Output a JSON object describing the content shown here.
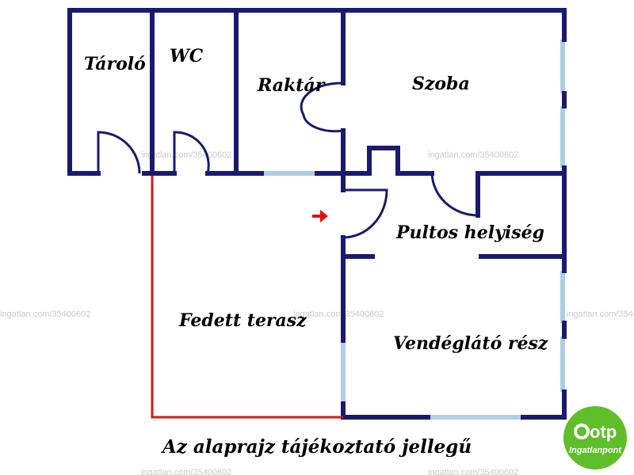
{
  "plan": {
    "rooms": {
      "tarolo": "Tároló",
      "wc": "WC",
      "raktar": "Raktár",
      "szoba": "Szoba",
      "pultos": "Pultos helyiség",
      "terasz": "Fedett terasz",
      "vendeglato": "Vendéglátó rész"
    },
    "watermark": "ingatlan.com/35400602",
    "disclaimer": "Az alaprajz tájékoztató jellegű",
    "colors": {
      "wall": "#1a1a6e",
      "window": "#b0cde8",
      "terrace": "#d11a1a",
      "entrance_arrow": "#e01010"
    }
  },
  "logo": {
    "brand": "otp",
    "subtitle": "Ingatlanpont",
    "color": "#5fbe2a"
  }
}
